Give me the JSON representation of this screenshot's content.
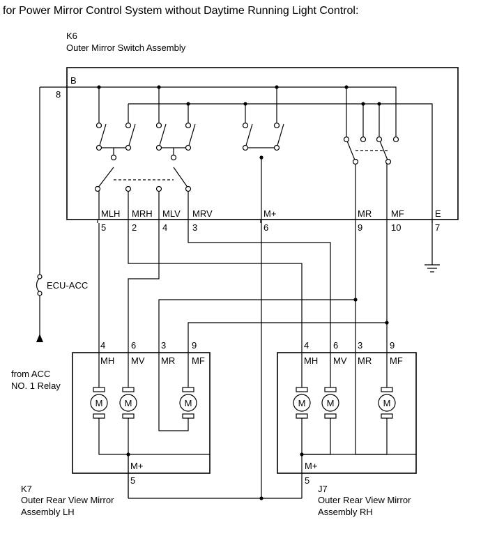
{
  "title": "for Power Mirror Control System without Daytime Running Light Control:",
  "switch_assembly": {
    "code": "K6",
    "name": "Outer Mirror Switch Assembly",
    "b_label": "B",
    "b_pin": "8",
    "terminals": [
      {
        "label": "MLH",
        "pin": "5"
      },
      {
        "label": "MRH",
        "pin": "2"
      },
      {
        "label": "MLV",
        "pin": "4"
      },
      {
        "label": "MRV",
        "pin": "3"
      },
      {
        "label": "M+",
        "pin": "6"
      },
      {
        "label": "MR",
        "pin": "9"
      },
      {
        "label": "MF",
        "pin": "10"
      },
      {
        "label": "E",
        "pin": "7"
      }
    ]
  },
  "fuse": {
    "label": "ECU-ACC"
  },
  "source": {
    "line1": "from ACC",
    "line2": "NO. 1 Relay"
  },
  "mirror_lh": {
    "code": "K7",
    "name_line1": "Outer Rear View Mirror",
    "name_line2": "Assembly LH",
    "terminals": [
      {
        "label": "MH",
        "pin": "4"
      },
      {
        "label": "MV",
        "pin": "6"
      },
      {
        "label": "MR",
        "pin": "3"
      },
      {
        "label": "MF",
        "pin": "9"
      }
    ],
    "common": {
      "label": "M+",
      "pin": "5"
    }
  },
  "mirror_rh": {
    "code": "J7",
    "name_line1": "Outer Rear View Mirror",
    "name_line2": "Assembly RH",
    "terminals": [
      {
        "label": "MH",
        "pin": "4"
      },
      {
        "label": "MV",
        "pin": "6"
      },
      {
        "label": "MR",
        "pin": "3"
      },
      {
        "label": "MF",
        "pin": "9"
      }
    ],
    "common": {
      "label": "M+",
      "pin": "5"
    }
  },
  "motor_symbol": "M"
}
